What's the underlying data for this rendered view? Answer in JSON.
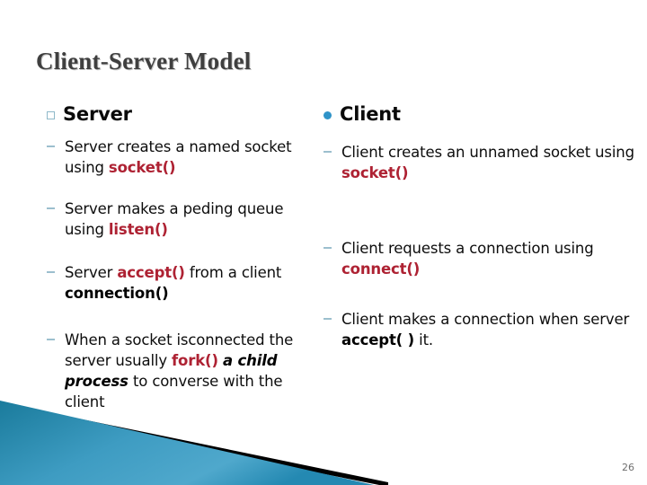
{
  "slide": {
    "title": "Client-Server Model",
    "page_number": "26",
    "colors": {
      "title_text": "#3f3f3f",
      "body_text": "#0d0d0d",
      "code_accent_red": "#ae2233",
      "bullet_circle_blue": "#2f93c8",
      "bullet_square_outline": "#8fb9c9",
      "decor_blue_dark": "#1b7e9e",
      "decor_blue_light": "#4fa8cc",
      "decor_pale": "#dde8ee",
      "decor_stripe": "#000000",
      "background": "#ffffff"
    }
  },
  "columns": {
    "left": {
      "heading": "Server",
      "bullet_glyph": "hollow-square",
      "items": [
        {
          "id": "server-create-socket",
          "parts": [
            {
              "text": "Server creates a named socket using ",
              "style": "normal"
            },
            {
              "text": "socket()",
              "style": "code-red"
            }
          ]
        },
        {
          "id": "server-listen",
          "parts": [
            {
              "text": "Server makes a peding queue using ",
              "style": "normal"
            },
            {
              "text": "listen()",
              "style": "code-red"
            }
          ]
        },
        {
          "id": "server-accept",
          "parts": [
            {
              "text": "Server ",
              "style": "normal"
            },
            {
              "text": "accept()",
              "style": "code-red"
            },
            {
              "text": " from a client ",
              "style": "normal"
            },
            {
              "text": "connection()",
              "style": "code-black"
            }
          ]
        },
        {
          "id": "server-fork",
          "parts": [
            {
              "text": "When a socket isconnected  the server usually ",
              "style": "normal"
            },
            {
              "text": "fork()",
              "style": "code-red"
            },
            {
              "text": " ",
              "style": "normal"
            },
            {
              "text": "a child process",
              "style": "bold-italic"
            },
            {
              "text": " to converse with the client",
              "style": "normal"
            }
          ]
        }
      ]
    },
    "right": {
      "heading": "Client",
      "bullet_glyph": "filled-circle",
      "items": [
        {
          "id": "client-create-socket",
          "parts": [
            {
              "text": "Client creates an unnamed socket using ",
              "style": "normal"
            },
            {
              "text": "socket()",
              "style": "code-red"
            }
          ]
        },
        {
          "id": "client-connect",
          "parts": [
            {
              "text": "Client requests a connection using ",
              "style": "normal"
            },
            {
              "text": "connect()",
              "style": "code-red"
            }
          ]
        },
        {
          "id": "client-accepted",
          "parts": [
            {
              "text": "Client makes a connection when server ",
              "style": "normal"
            },
            {
              "text": "accept( )",
              "style": "code-black"
            },
            {
              "text": " it.",
              "style": "normal"
            }
          ]
        }
      ]
    }
  }
}
